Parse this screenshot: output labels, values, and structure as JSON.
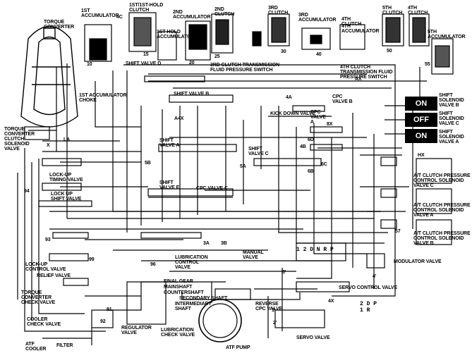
{
  "labels": {
    "torque_converter": "TORQUE\nCONVERTER",
    "acc1": "1ST\nACCUMULATOR",
    "clutch1": "1ST/1ST-HOLD\nCLUTCH",
    "hold_acc": "1ST-HOLD\nACCUMULATOR",
    "acc2": "2ND\nACCUMULATOR",
    "clutch2": "2ND\nCLUTCH",
    "clutch3": "3RD\nCLUTCH",
    "acc3": "3RD\nACCUMULATOR",
    "clutch4": "4TH\nCLUTCH",
    "acc4": "4TH\nACCUMULATOR",
    "clutch5": "5TH\nCLUTCH",
    "acc5": "5TH\nACCUMULATOR",
    "shift_d": "SHIFT VALVE D",
    "sw3": "3RD CLUTCH TRANSMISSION\nFLUID PRESSURE SWITCH",
    "sw4": "4TH CLUTCH\nTRANSMISSION FLUID\nPRESSURE SWITCH",
    "choke": "1ST ACCUMULATOR\nCHOKE",
    "shift_b": "SHIFT VALVE B",
    "kickdown": "KICK DOWN VALVE",
    "cpc_b": "CPC\nVALVE B",
    "cpc_a": "CPC\nVALVE\nA",
    "sol_b": "SHIFT\nSOLENOID\nVALVE B",
    "sol_c": "SHIFT\nSOLENOID\nVALVE C",
    "sol_a": "SHIFT\nSOLENOID\nVALVE A",
    "tcc_sol": "TORQUE\nCONVERTER\nCLUTCH\nSOLENOID\nVALVE",
    "shift_a": "SHIFT\nVALVE A",
    "shift_c": "SHIFT\nVALVE C",
    "lockup_timing": "LOCK-UP\nTIMING VALVE",
    "lockup_shift": "LOCK UP\nSHIFT VALVE",
    "shift_e": "SHIFT\nVALVE E",
    "cpc_c": "CPC VALVE C",
    "atc_c": "A/T CLUTCH PRESSURE\nCONTROL SOLENOID\nVALVE C",
    "atc_a": "A/T CLUTCH PRESSURE\nCONTROL SOLENOID\nVALVE A",
    "atc_b": "A/T CLUTCH PRESSURE\nCONTROL SOLENOID\nVALVE B",
    "lube_ctrl": "LUBRICATION\nCONTROL\nVALVE",
    "manual": "MANUAL\nVALVE",
    "modulator": "MODULATOR VALVE",
    "lockup_ctrl": "LOCK-UP\nCONTROL VALVE",
    "relief": "RELIEF VALVE",
    "tc_check": "TORQUE\nCONVERTER\nCHECK VALVE",
    "final_gear": "FINAL GEAR",
    "mainshaft": "MAINSHAFT",
    "countershaft": "COUNTERSHAFT",
    "secondary": "SECONDARY SHAFT",
    "intermediary": "INTERMEDIARY\nSHAFT",
    "servo_ctrl": "SERVO CONTROL VALVE",
    "reverse_cpc": "REVERSE\nCPC VALVE",
    "cooler_check": "COOLER\nCHECK VALVE",
    "regulator": "REGULATOR\nVALVE",
    "lube_check": "LUBRICATION\nCHECK VALVE",
    "atf_pump": "ATF PUMP",
    "servo": "SERVO VALVE",
    "atf_cooler": "ATF\nCOOLER",
    "filter": "FILTER"
  },
  "solenoid_states": {
    "b": "ON",
    "c": "OFF",
    "a": "ON"
  },
  "ranges": {
    "manual": "1 2 D N R  P",
    "servo": "2 D P\n1 R"
  },
  "ports": {
    "p1": "10",
    "p2": "15",
    "p3": "20",
    "p4": "25",
    "p5": "30",
    "p6": "40",
    "p7": "50",
    "p8": "55",
    "p9": "4A",
    "p10": "4B",
    "p11": "6B",
    "p12": "5A",
    "p13": "5B",
    "p14": "3A",
    "p15": "3B",
    "p16": "HX",
    "p17": "X",
    "p18": "LA",
    "p19": "93",
    "p20": "94",
    "p21": "91",
    "p22": "92",
    "p23": "96",
    "p24": "99",
    "p25": "57",
    "p26": "4C",
    "p27": "6C",
    "p28": "8X",
    "p29": "6D",
    "p30": "A4X",
    "p31": "AX",
    "p32": "4X",
    "p33": "3'",
    "p34": "4'",
    "p35": "2'",
    "p36": "1'"
  }
}
